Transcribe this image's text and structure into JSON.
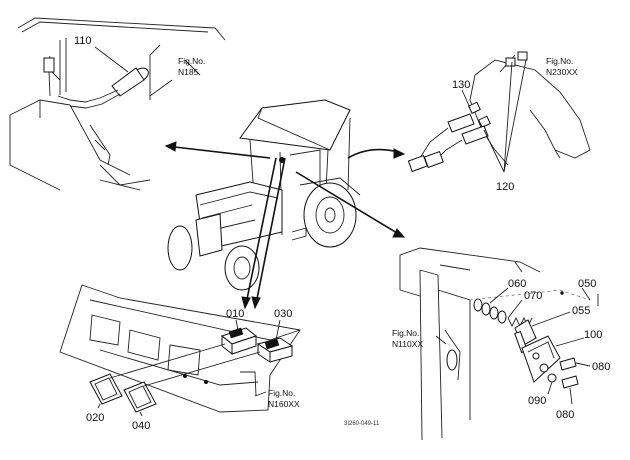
{
  "parts": {
    "p110": "110",
    "p130": "130",
    "p120": "120",
    "p010": "010",
    "p030": "030",
    "p020": "020",
    "p040": "040",
    "p060": "060",
    "p070": "070",
    "p050": "050",
    "p055": "055",
    "p100": "100",
    "p080a": "080",
    "p090": "090",
    "p080b": "080"
  },
  "figrefs": {
    "n185_a": "Fig.No.",
    "n185_b": "N185",
    "n230_a": "Fig.No.",
    "n230_b": "N230XX",
    "n110_a": "Fig.No.",
    "n110_b": "N110XX",
    "n160_a": "Fig.No.",
    "n160_b": "N160XX"
  },
  "caption": "3I260-049-11"
}
